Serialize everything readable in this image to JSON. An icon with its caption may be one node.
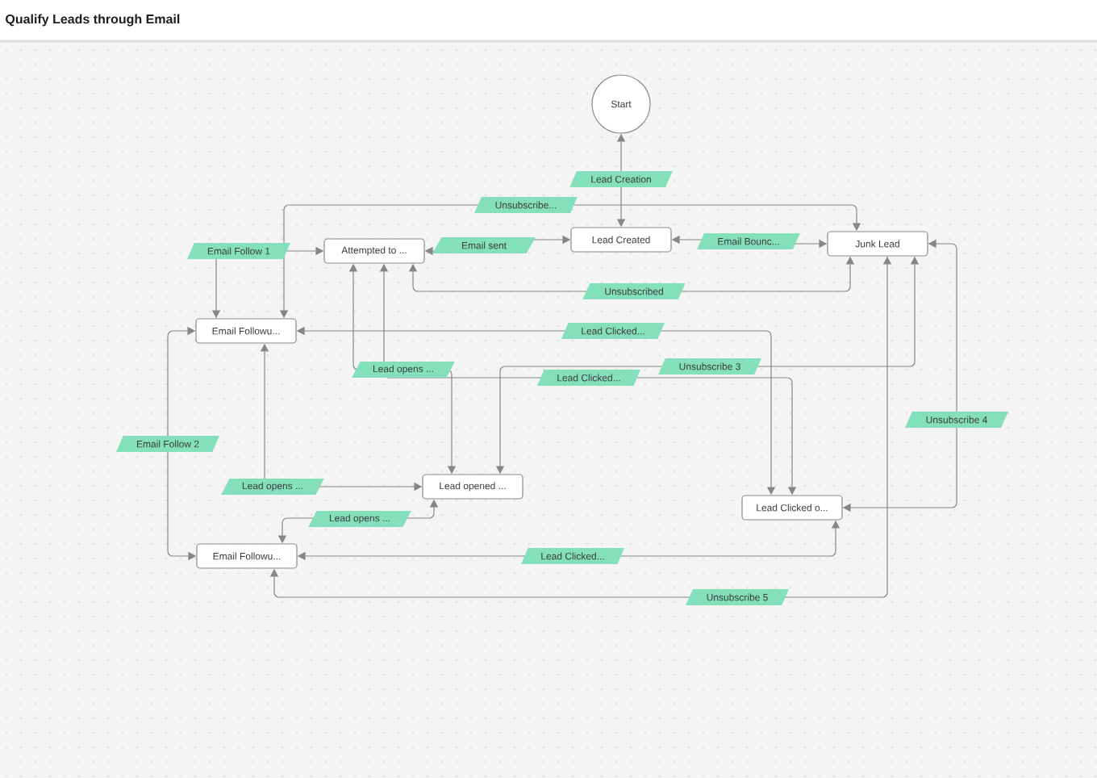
{
  "diagram": {
    "title": "Qualify Leads through Email",
    "nodes": [
      {
        "text": [
          "Start"
        ]
      },
      {
        "text": [
          "Lead Created"
        ]
      },
      {
        "text": [
          "Junk Lead"
        ]
      },
      {
        "text": [
          "Attempted to ..."
        ]
      },
      {
        "text": [
          "Email Followu..."
        ]
      },
      {
        "text": [
          "Lead opened ..."
        ]
      },
      {
        "text": [
          "Lead Clicked o..."
        ]
      },
      {
        "text": [
          "Email Followu..."
        ]
      }
    ],
    "edges": [
      {
        "from": 0,
        "to": 1,
        "arrow": "both",
        "label": "Lead Creation"
      },
      {
        "from": 4,
        "to": 2,
        "arrow": "both",
        "label": "Unsubscribe..."
      },
      {
        "from": 1,
        "to": 3,
        "arrow": "both",
        "label": "Email sent"
      },
      {
        "from": 1,
        "to": 2,
        "arrow": "both",
        "label": "Email Bounc..."
      },
      {
        "from": 3,
        "to": 2,
        "arrow": "both",
        "label": "Unsubscribed"
      },
      {
        "from": 3,
        "to": 4,
        "arrow": "both",
        "label": "Email Follow 1"
      },
      {
        "from": 4,
        "to": 7,
        "arrow": "both",
        "label": "Email Follow 2"
      },
      {
        "from": 3,
        "to": 5,
        "arrow": "both",
        "label": "Lead opens ..."
      },
      {
        "from": 3,
        "to": 6,
        "arrow": "both",
        "label": "Lead Clicked..."
      },
      {
        "from": 4,
        "to": 6,
        "arrow": "both",
        "label": "Lead Clicked..."
      },
      {
        "from": 5,
        "to": 2,
        "arrow": "both",
        "label": "Unsubscribe 3"
      },
      {
        "from": 6,
        "to": 2,
        "arrow": "both",
        "label": "Unsubscribe 4"
      },
      {
        "from": 7,
        "to": 2,
        "arrow": "both",
        "label": "Unsubscribe 5"
      },
      {
        "from": 4,
        "to": 5,
        "arrow": "both",
        "label": "Lead opens ..."
      },
      {
        "from": 7,
        "to": 5,
        "arrow": "both",
        "label": "Lead opens ..."
      },
      {
        "from": 7,
        "to": 6,
        "arrow": "both",
        "label": "Lead Clicked..."
      }
    ]
  }
}
